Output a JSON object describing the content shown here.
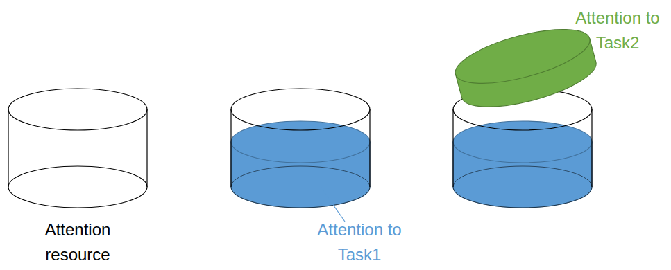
{
  "diagram": {
    "labels": [
      "Attention resource",
      "Attention to Task1",
      "Attention to Task2"
    ]
  }
}
